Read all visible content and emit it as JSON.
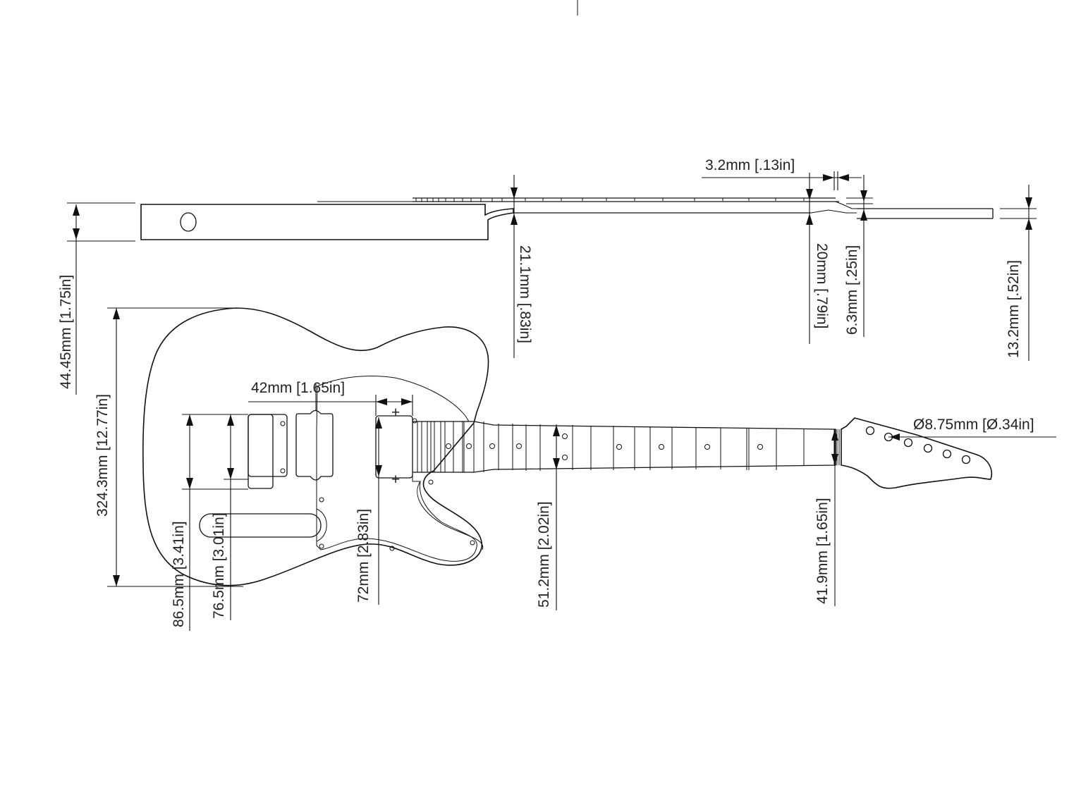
{
  "drawing": {
    "subject": "Guitar body and neck technical drawing",
    "views": [
      "side-profile",
      "front-view"
    ],
    "line_color": "#111111",
    "background": "#ffffff"
  },
  "dimensions": {
    "body_thickness": "44.45mm [1.75in]",
    "body_length": "324.3mm [12.77in]",
    "bridge_span_outer": "86.5mm [3.41in]",
    "bridge_span_inner": "76.5mm [3.01in]",
    "pickup_spacing": "42mm [1.65in]",
    "neck_pickup_height": "72mm [2.83in]",
    "neck_width_12th": "51.2mm [2.02in]",
    "nut_width": "41.9mm [1.65in]",
    "tuner_hole": "Ø8.75mm [Ø.34in]",
    "fret_height": "3.2mm [.13in]",
    "neck_depth_heel": "21.1mm [.83in]",
    "neck_depth_nut": "20mm [.79in]",
    "headstock_drop": "6.3mm [.25in]",
    "headstock_thickness": "13.2mm [.52in]"
  }
}
